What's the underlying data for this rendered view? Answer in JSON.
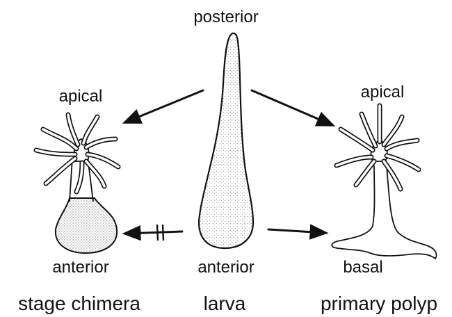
{
  "labels": {
    "posterior": "posterior",
    "apical_left": "apical",
    "apical_right": "apical",
    "anterior_left": "anterior",
    "anterior_center": "anterior",
    "basal": "basal"
  },
  "captions": {
    "left": "stage chimera",
    "center": "larva",
    "right": "primary polyp"
  },
  "colors": {
    "ink": "#111111",
    "stipple": "#555555"
  }
}
